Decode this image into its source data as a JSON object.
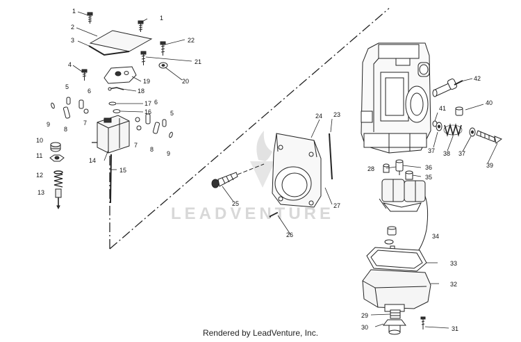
{
  "watermark": "LEADVENTURE",
  "footer": "Rendered by LeadVenture, Inc.",
  "callouts": [
    "1",
    "1",
    "2",
    "3",
    "4",
    "5",
    "6",
    "5",
    "6",
    "7",
    "7",
    "8",
    "8",
    "9",
    "9",
    "10",
    "11",
    "12",
    "13",
    "14",
    "15",
    "16",
    "17",
    "18",
    "19",
    "20",
    "21",
    "22",
    "23",
    "24",
    "25",
    "26",
    "27",
    "28",
    "29",
    "30",
    "31",
    "32",
    "33",
    "34",
    "35",
    "36",
    "37",
    "37",
    "38",
    "39",
    "40",
    "41",
    "42"
  ]
}
